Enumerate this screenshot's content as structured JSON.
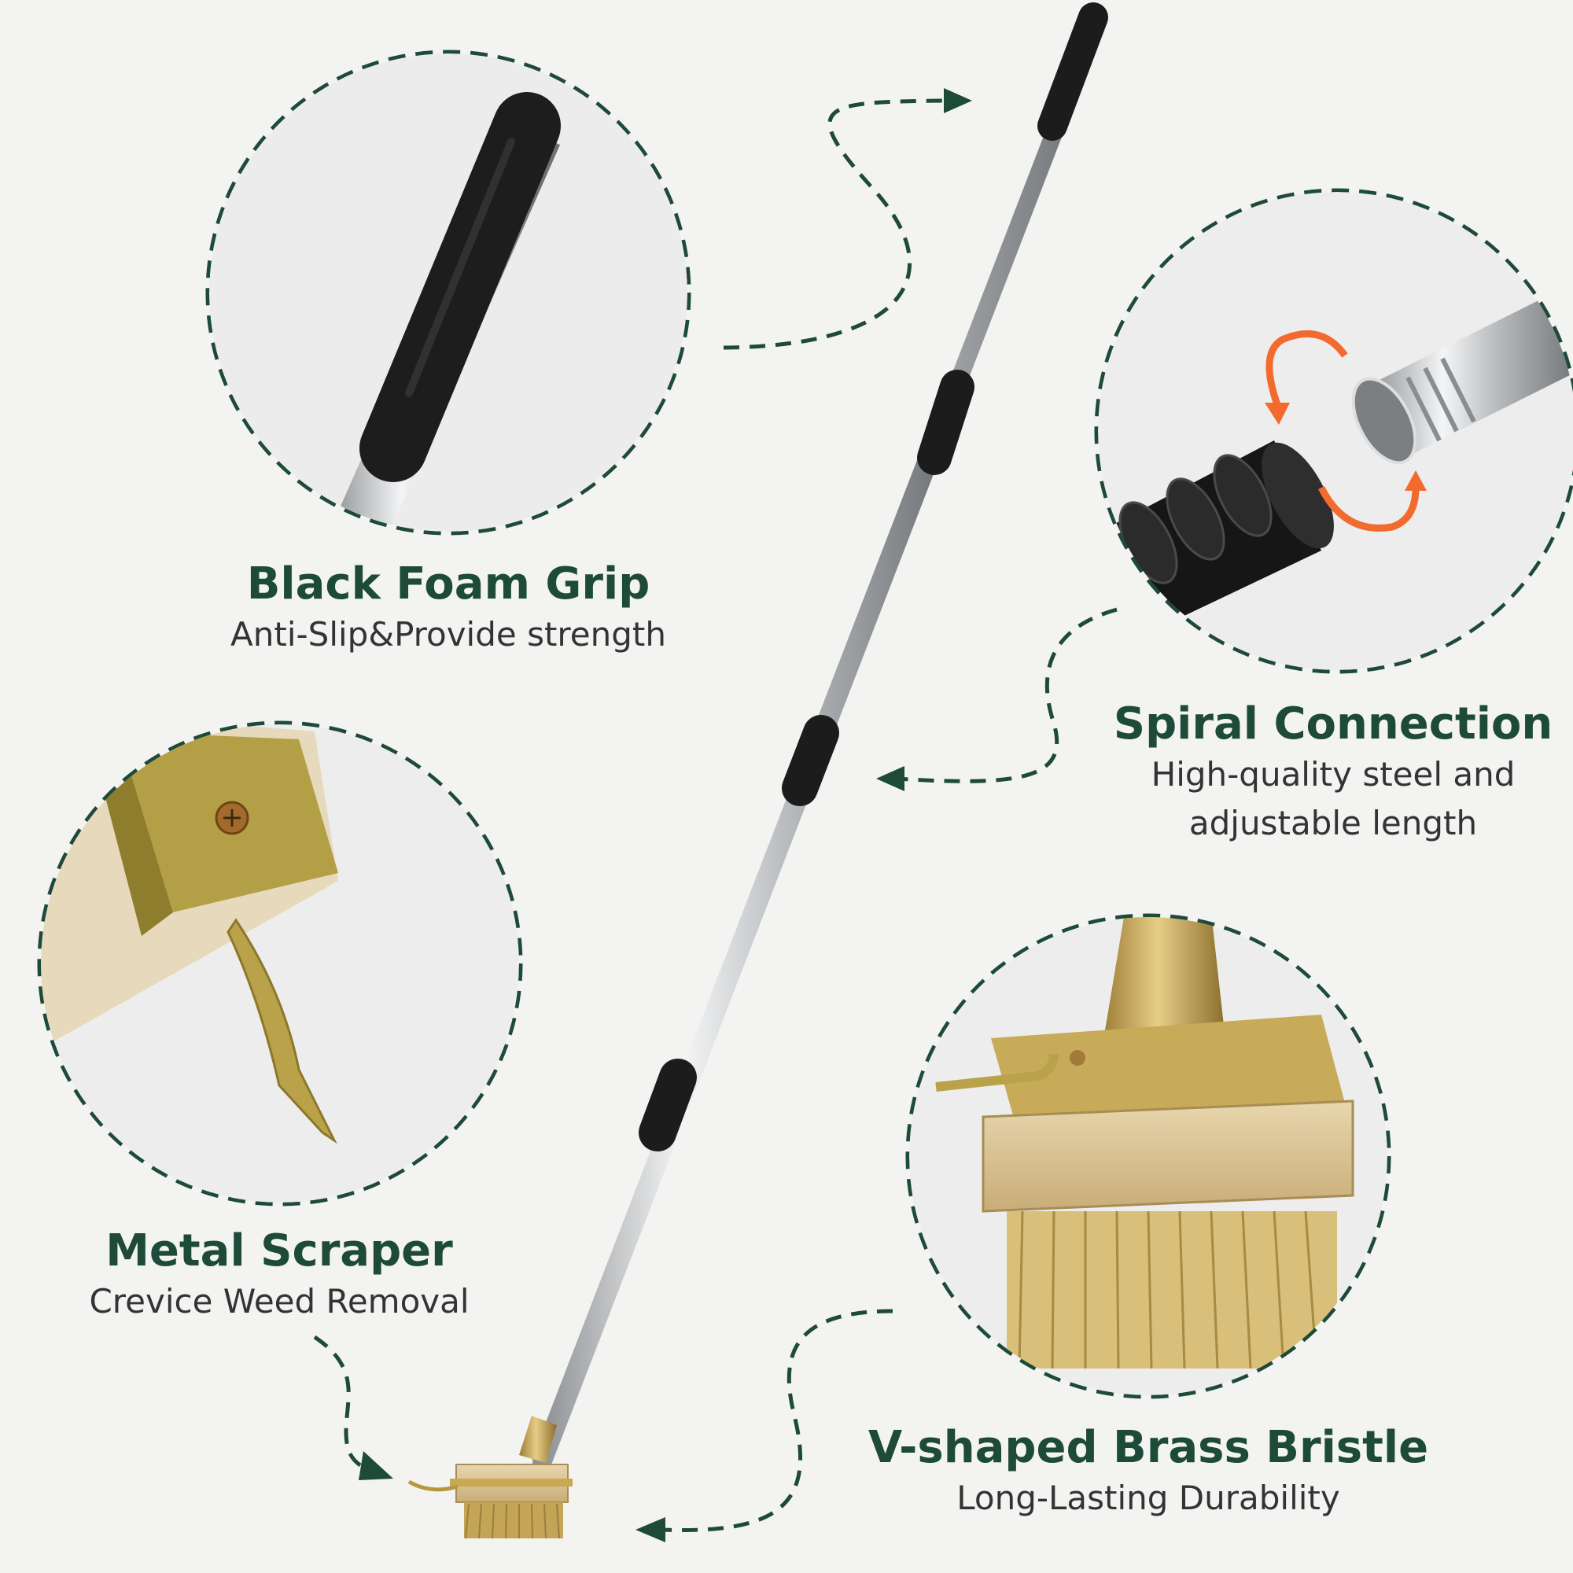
{
  "colors": {
    "background": "#f3f4f2",
    "accent": "#1e4a3a",
    "rotate_arrow": "#f26a2e",
    "brass": "#c9a85c",
    "wood": "#d9c49a",
    "grip": "#1c1c1c",
    "steel": "#c7c9cb"
  },
  "features": {
    "grip": {
      "title": "Black Foam Grip",
      "subtitle": "Anti-Slip&Provide strength"
    },
    "spiral": {
      "title": "Spiral Connection",
      "subtitle_line1": "High-quality steel and",
      "subtitle_line2": "adjustable length"
    },
    "scraper": {
      "title": "Metal Scraper",
      "subtitle": "Crevice Weed Removal"
    },
    "bristle": {
      "title": "V-shaped Brass Bristle",
      "subtitle": "Long-Lasting Durability"
    }
  },
  "icons": [
    "rotate-arrow-icon",
    "arrowhead-icon"
  ]
}
